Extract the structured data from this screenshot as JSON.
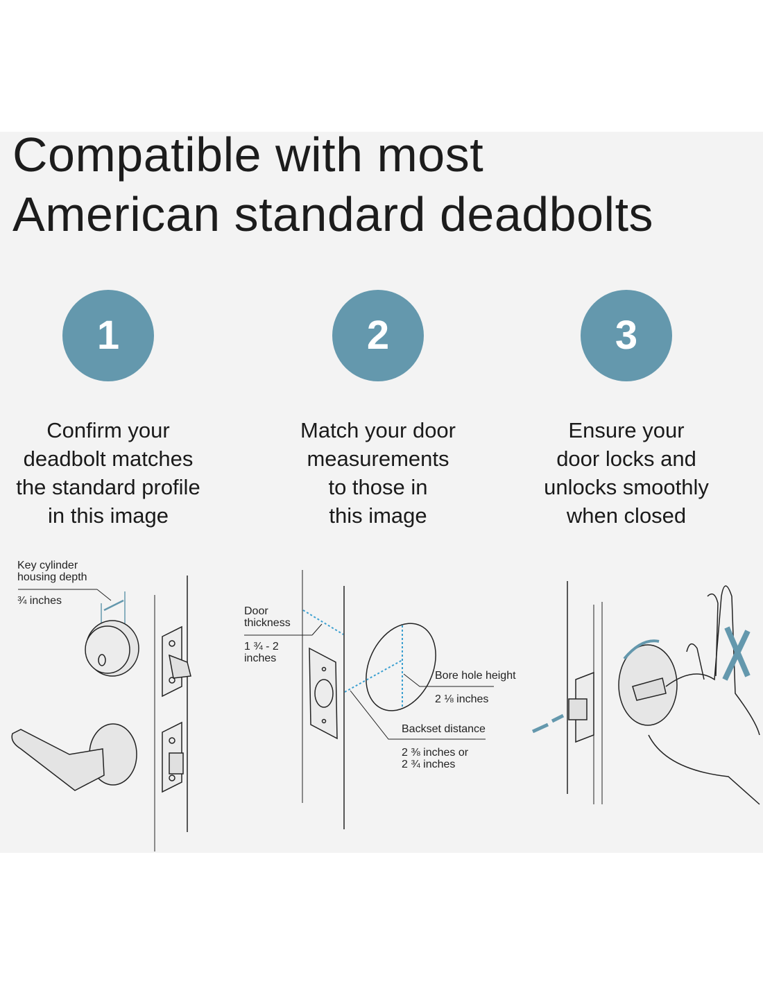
{
  "title": [
    "Compatible with most",
    "American standard deadbolts"
  ],
  "accent_color": "#6498ad",
  "steps": [
    {
      "number": "1",
      "description": [
        "Confirm your",
        "deadbolt matches",
        "the standard profile",
        "in this image"
      ]
    },
    {
      "number": "2",
      "description": [
        "Match your door",
        "measurements",
        "to those in",
        "this image"
      ]
    },
    {
      "number": "3",
      "description": [
        "Ensure your",
        "door locks and",
        "unlocks smoothly",
        "when closed"
      ]
    }
  ],
  "labels": {
    "key_cylinder": [
      "Key cylinder",
      "housing depth"
    ],
    "key_cylinder_value": "¾ inches",
    "door_thickness": [
      "Door",
      "thickness"
    ],
    "door_thickness_value": [
      "1 ¾ - 2",
      "inches"
    ],
    "bore_hole": "Bore hole height",
    "bore_hole_value": "2 ⅛ inches",
    "backset": "Backset distance",
    "backset_value": [
      "2 ⅜ inches or",
      "2 ¾ inches"
    ]
  }
}
